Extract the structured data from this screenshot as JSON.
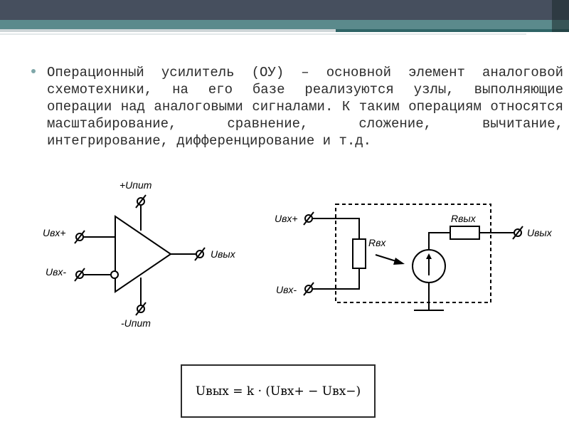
{
  "slide": {
    "paragraph": "Операционный усилитель (ОУ) – основной элемент аналоговой схемотехники, на его базе реализуются узлы, выполняющие операции над аналоговыми сигналами. К таким операциям относятся масштабирование, сравнение, сложение, вычитание, интегрирование, дифференцирование и т.д."
  },
  "opamp": {
    "supply_pos": "+Uпит",
    "supply_neg": "-Uпит",
    "in_pos": "Uвх+",
    "in_neg": "Uвх-",
    "out": "Uвых"
  },
  "model": {
    "in_pos": "Uвх+",
    "in_neg": "Uвх-",
    "r_in": "Rвх",
    "r_out": "Rвых",
    "out": "Uвых"
  },
  "formula": "Uвых = k · (Uвх+ − Uвх−)",
  "colors": {
    "header_dark": "#464f5e",
    "header_teal": "#5b8a8c",
    "bullet": "#7fa7a9"
  }
}
